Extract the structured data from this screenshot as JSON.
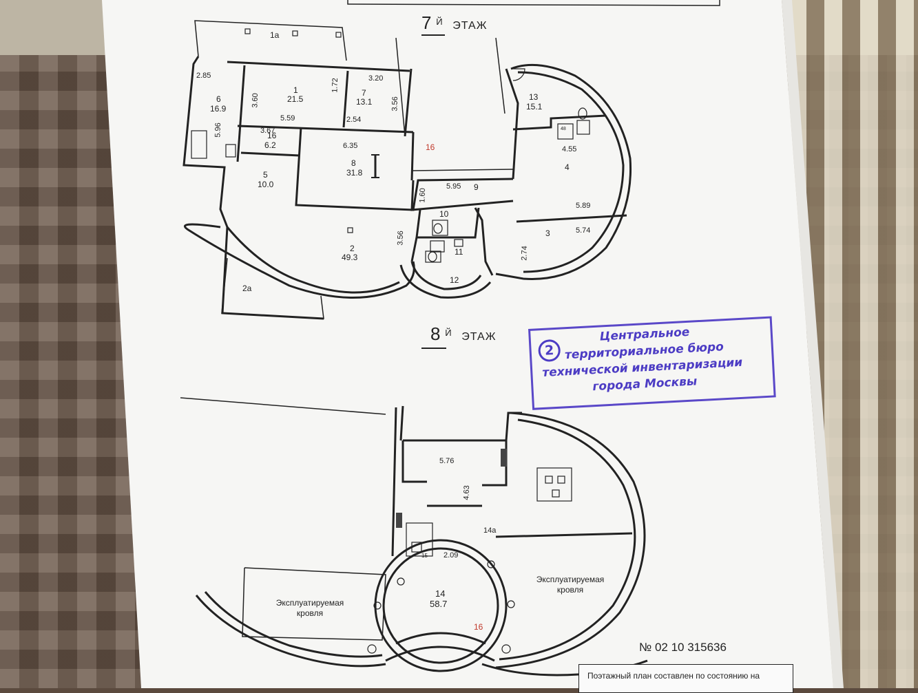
{
  "floor7": {
    "number": "7",
    "suffix": "Й",
    "label": "ЭТАЖ",
    "rooms": [
      {
        "id": "1a",
        "text": "1а"
      },
      {
        "id": "1",
        "text": "1",
        "area": "21.5"
      },
      {
        "id": "6",
        "text": "6",
        "area": "16.9"
      },
      {
        "id": "7",
        "text": "7",
        "area": "13.1"
      },
      {
        "id": "16",
        "text": "16",
        "area": "6.2"
      },
      {
        "id": "5",
        "text": "5",
        "area": "10.0"
      },
      {
        "id": "8",
        "text": "8",
        "area": "31.8"
      },
      {
        "id": "13",
        "text": "13",
        "area": "15.1"
      },
      {
        "id": "4",
        "text": "4"
      },
      {
        "id": "9",
        "text": "9"
      },
      {
        "id": "10",
        "text": "10"
      },
      {
        "id": "11",
        "text": "11"
      },
      {
        "id": "12",
        "text": "12"
      },
      {
        "id": "3",
        "text": "3"
      },
      {
        "id": "2",
        "text": "2",
        "area": "49.3"
      },
      {
        "id": "2a",
        "text": "2а"
      }
    ],
    "dims": [
      "2.85",
      "3.60",
      "1.72",
      "3.20",
      "3.56",
      "5.59",
      "2.54",
      "5.96",
      "3.67",
      "6.35",
      "5.95",
      "1.60",
      "4.55",
      "5.89",
      "5.74",
      "2.74",
      "3.56"
    ],
    "red_mark": "16",
    "small_mark": "48"
  },
  "floor8": {
    "number": "8",
    "suffix": "Й",
    "label": "ЭТАЖ",
    "dims": [
      "5.76",
      "4.63",
      "2.09"
    ],
    "rooms": [
      {
        "id": "14a",
        "text": "14а"
      },
      {
        "id": "15",
        "text": "15"
      },
      {
        "id": "14",
        "text": "14",
        "area": "58.7"
      }
    ],
    "roof_left": [
      "Эксплуатируемая",
      "кровля"
    ],
    "roof_right": [
      "Эксплуатируемая",
      "кровля"
    ],
    "red_mark": "16"
  },
  "stamp": {
    "number": "2",
    "lines": [
      "Центральное",
      "территориальное бюро",
      "технической инвентаризации",
      "города Москвы"
    ],
    "color": "#4c3cc4"
  },
  "doc_number": "№ 02 10 315636",
  "footer_note": "Поэтажный план составлен по состоянию на"
}
